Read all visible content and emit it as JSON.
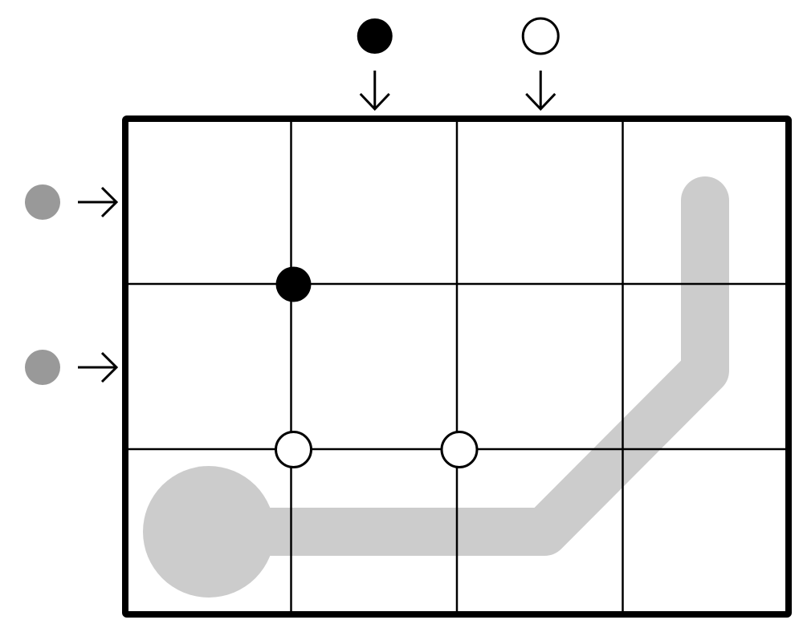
{
  "puzzle": {
    "rows": 3,
    "cols": 4,
    "colors": {
      "grid": "#000000",
      "path": "#cccccc",
      "black_circle": "#000000",
      "white_circle": "#ffffff",
      "gray_circle": "#999999"
    },
    "top_clues": [
      {
        "col": 1,
        "kind": "black",
        "arrow": "down"
      },
      {
        "col": 2,
        "kind": "white",
        "arrow": "down"
      }
    ],
    "left_clues": [
      {
        "row": 0,
        "kind": "gray",
        "arrow": "right"
      },
      {
        "row": 1,
        "kind": "gray",
        "arrow": "right"
      }
    ],
    "grid_circles": [
      {
        "kind": "black",
        "vertex": [
          1,
          1
        ]
      },
      {
        "kind": "white",
        "vertex": [
          1,
          2
        ]
      },
      {
        "kind": "white",
        "vertex": [
          2,
          2
        ]
      }
    ],
    "path": {
      "start_cell": [
        0,
        2
      ],
      "cells": [
        [
          0,
          2
        ],
        [
          1,
          2
        ],
        [
          2,
          2
        ],
        [
          3,
          1
        ],
        [
          3,
          0
        ]
      ]
    }
  }
}
